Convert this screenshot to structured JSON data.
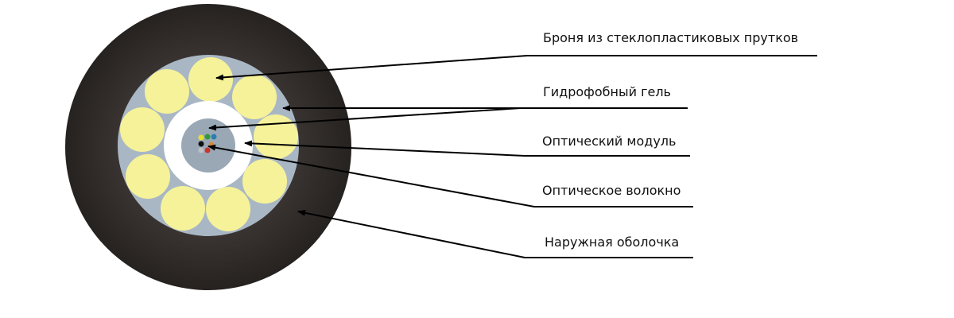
{
  "labels": {
    "armor": "Броня из стеклопластиковых прутков",
    "gel": "Гидрофобный гель",
    "module": "Оптический модуль",
    "fiber": "Оптическое волокно",
    "sheath": "Наружная оболочка"
  },
  "colors": {
    "sheath": "#2e2a28",
    "gel": "#a9b7c4",
    "rods": "#f6f29a",
    "module_tube": "#ffffff",
    "module_core": "#9aa8b6",
    "fibers": [
      "#e8e030",
      "#2e9a3c",
      "#2a7fb0",
      "#111111",
      "#c8352c",
      "#c0c0c0",
      "#d98a3a"
    ]
  }
}
